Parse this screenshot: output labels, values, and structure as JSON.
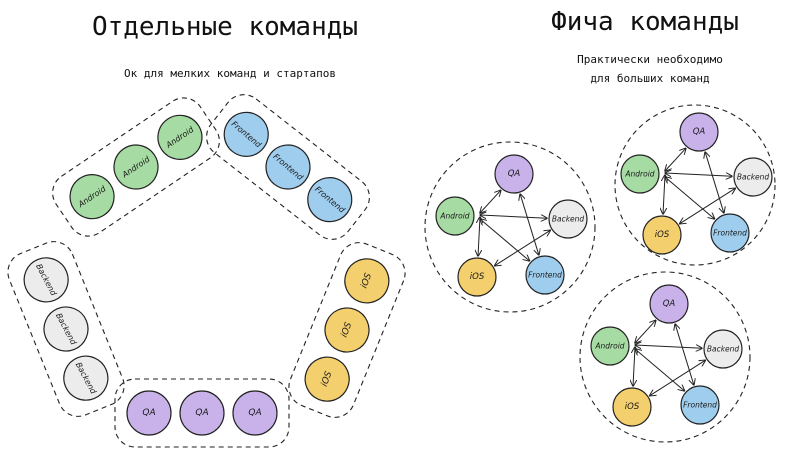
{
  "left": {
    "title": "Отдельные команды",
    "subtitle": "Ок для мелких команд и стартапов",
    "groups": [
      {
        "name": "android",
        "members": [
          "Android",
          "Android",
          "Android"
        ]
      },
      {
        "name": "frontend",
        "members": [
          "Frontend",
          "Frontend",
          "Frontend"
        ]
      },
      {
        "name": "ios",
        "members": [
          "iOS",
          "iOS",
          "iOS"
        ]
      },
      {
        "name": "qa",
        "members": [
          "QA",
          "QA",
          "QA"
        ]
      },
      {
        "name": "backend",
        "members": [
          "Backend",
          "Backend",
          "Backend"
        ]
      }
    ]
  },
  "right": {
    "title": "Фича команды",
    "subtitle_line1": "Практически необходимо",
    "subtitle_line2": "для больших команд",
    "team_members": [
      "QA",
      "Android",
      "Backend",
      "iOS",
      "Frontend"
    ]
  },
  "colors": {
    "Android": "#a6dba3",
    "Frontend": "#9fcdee",
    "iOS": "#f4cf6e",
    "QA": "#c9b2ea",
    "Backend": "#ececec"
  }
}
